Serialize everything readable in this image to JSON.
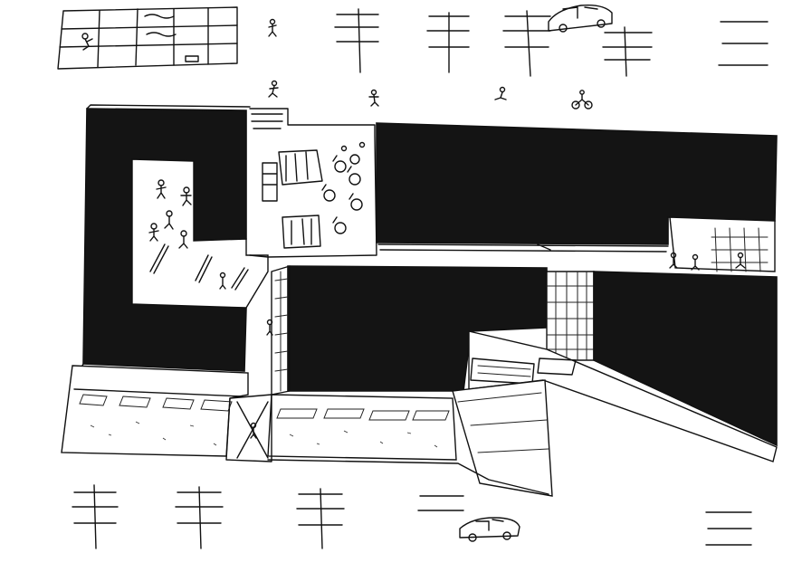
{
  "sketch": {
    "colors": {
      "ink": "#111111",
      "paper": "#ffffff",
      "mass": "#141414"
    },
    "figures": [
      "stick-figure",
      "cyclist",
      "seated-people-at-tables",
      "car"
    ]
  }
}
